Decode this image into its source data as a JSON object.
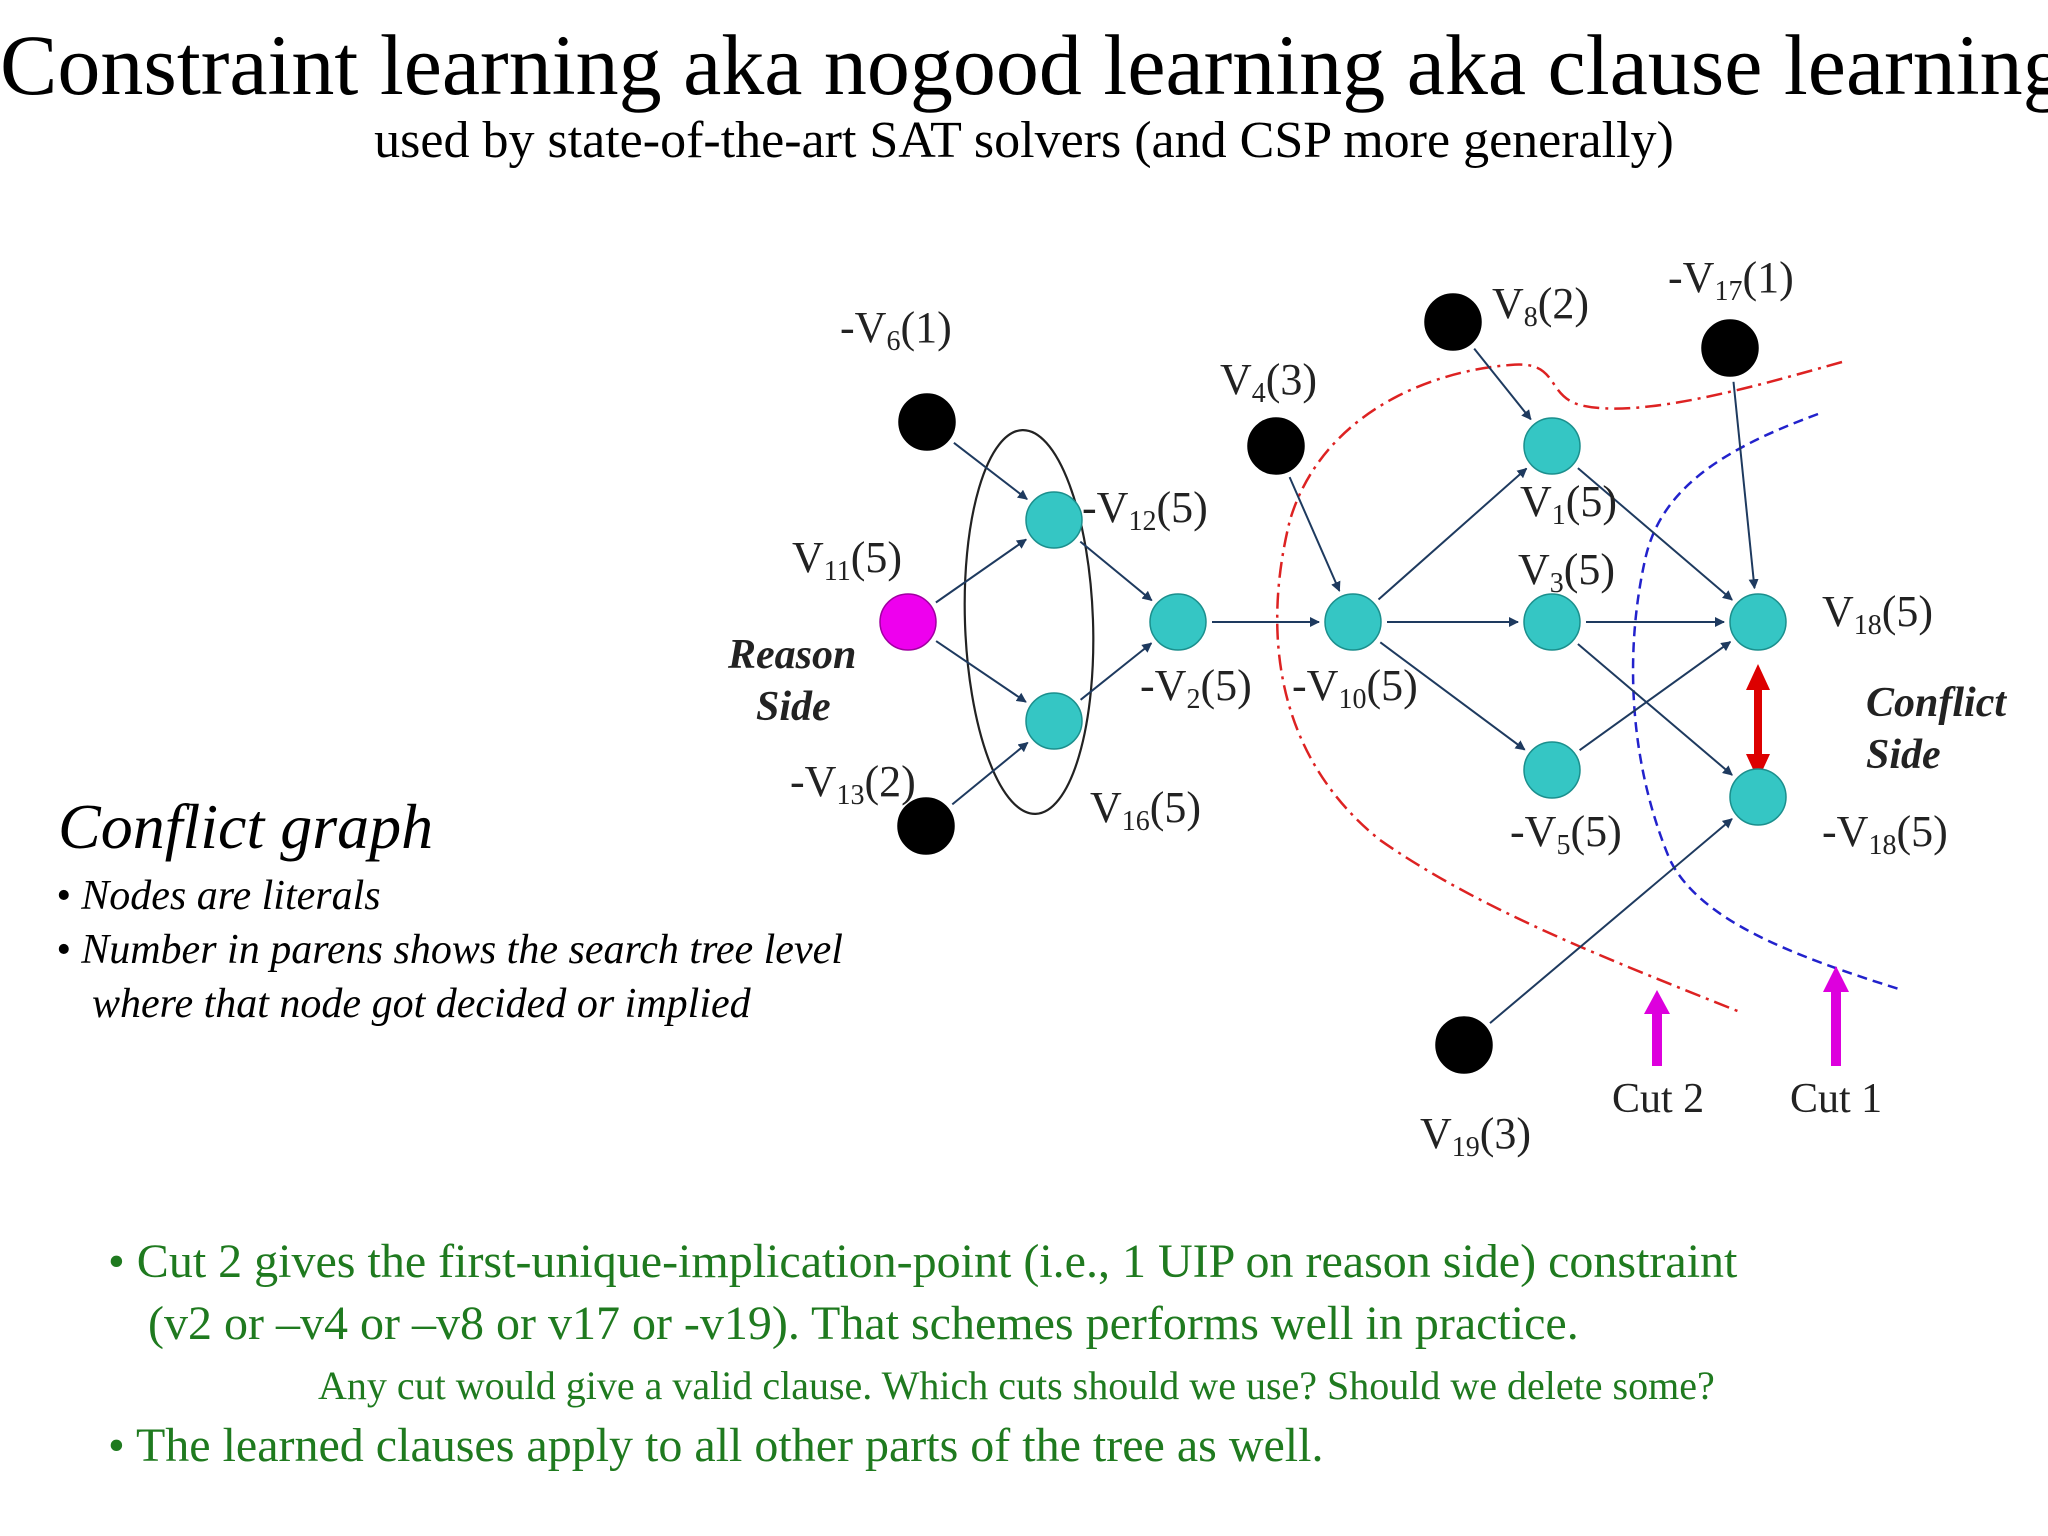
{
  "title": "Constraint learning aka nogood learning aka clause learning",
  "subtitle": "used by state-of-the-art SAT solvers (and CSP more generally)",
  "colors": {
    "decision_node": "#000000",
    "implied_node": "#35c6c4",
    "conflict_source_node": "#ee00ee",
    "cut1_line": "#2222cc",
    "cut2_line": "#dd2222",
    "cut_arrow": "#dd00dd",
    "conflict_arrow": "#dd0000",
    "bullet_text": "#1f7a1f"
  },
  "graph": {
    "nodes": [
      {
        "id": "v6",
        "base": "-V",
        "sub": "6",
        "level": "(1)",
        "kind": "decision"
      },
      {
        "id": "v11",
        "base": "V",
        "sub": "11",
        "level": "(5)",
        "kind": "source"
      },
      {
        "id": "v13",
        "base": "-V",
        "sub": "13",
        "level": "(2)",
        "kind": "decision"
      },
      {
        "id": "v12",
        "base": "-V",
        "sub": "12",
        "level": "(5)",
        "kind": "implied"
      },
      {
        "id": "v16",
        "base": "V",
        "sub": "16",
        "level": "(5)",
        "kind": "implied"
      },
      {
        "id": "v2",
        "base": "-V",
        "sub": "2",
        "level": "(5)",
        "kind": "implied"
      },
      {
        "id": "v4",
        "base": "V",
        "sub": "4",
        "level": "(3)",
        "kind": "decision"
      },
      {
        "id": "v10",
        "base": "-V",
        "sub": "10",
        "level": "(5)",
        "kind": "implied"
      },
      {
        "id": "v8",
        "base": "V",
        "sub": "8",
        "level": "(2)",
        "kind": "decision"
      },
      {
        "id": "v1",
        "base": "V",
        "sub": "1",
        "level": "(5)",
        "kind": "implied"
      },
      {
        "id": "v3",
        "base": "V",
        "sub": "3",
        "level": "(5)",
        "kind": "implied"
      },
      {
        "id": "v5",
        "base": "-V",
        "sub": "5",
        "level": "(5)",
        "kind": "implied"
      },
      {
        "id": "v17",
        "base": "-V",
        "sub": "17",
        "level": "(1)",
        "kind": "decision"
      },
      {
        "id": "v18",
        "base": "V",
        "sub": "18",
        "level": "(5)",
        "kind": "implied"
      },
      {
        "id": "nv18",
        "base": "-V",
        "sub": "18",
        "level": "(5)",
        "kind": "implied"
      },
      {
        "id": "v19",
        "base": "V",
        "sub": "19",
        "level": "(3)",
        "kind": "decision"
      }
    ],
    "edges": [
      [
        "v6",
        "v12"
      ],
      [
        "v11",
        "v12"
      ],
      [
        "v11",
        "v16"
      ],
      [
        "v13",
        "v16"
      ],
      [
        "v12",
        "v2"
      ],
      [
        "v16",
        "v2"
      ],
      [
        "v2",
        "v10"
      ],
      [
        "v4",
        "v10"
      ],
      [
        "v10",
        "v1"
      ],
      [
        "v10",
        "v3"
      ],
      [
        "v10",
        "v5"
      ],
      [
        "v8",
        "v1"
      ],
      [
        "v1",
        "v18"
      ],
      [
        "v3",
        "v18"
      ],
      [
        "v3",
        "nv18"
      ],
      [
        "v5",
        "v18"
      ],
      [
        "v17",
        "v18"
      ],
      [
        "v19",
        "nv18"
      ]
    ],
    "reason_side": [
      "Reason",
      "Side"
    ],
    "conflict_side": [
      "Conflict",
      "Side"
    ],
    "cut2_label": "Cut 2",
    "cut1_label": "Cut 1"
  },
  "legend": {
    "title": "Conflict graph",
    "items": [
      "• Nodes are literals",
      "• Number in parens shows the search tree level",
      "where that node got decided or implied"
    ]
  },
  "bullets": [
    "• Cut 2 gives the first-unique-implication-point (i.e., 1 UIP on reason side) constraint",
    "(v2 or –v4 or –v8 or v17 or -v19).  That schemes performs well in practice.",
    "Any cut would give a valid clause.  Which cuts should we use?  Should we delete some?",
    "• The learned clauses apply to all other parts of the tree as well."
  ]
}
